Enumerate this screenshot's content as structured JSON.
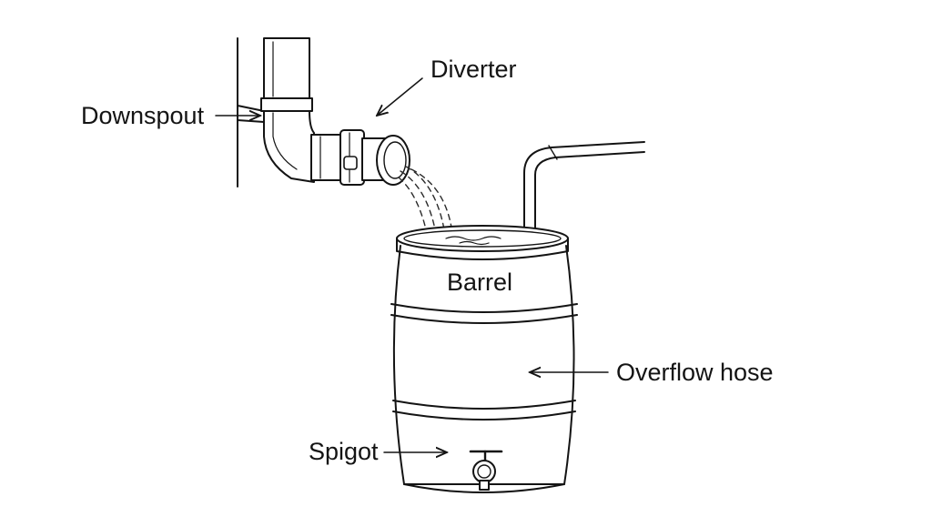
{
  "diagram": {
    "labels": {
      "downspout": "Downspout",
      "diverter": "Diverter",
      "barrel": "Barrel",
      "overflow_hose": "Overflow hose",
      "spigot": "Spigot"
    },
    "colors": {
      "line": "#141414",
      "background": "#ffffff",
      "water": "#2a2a2a"
    }
  }
}
